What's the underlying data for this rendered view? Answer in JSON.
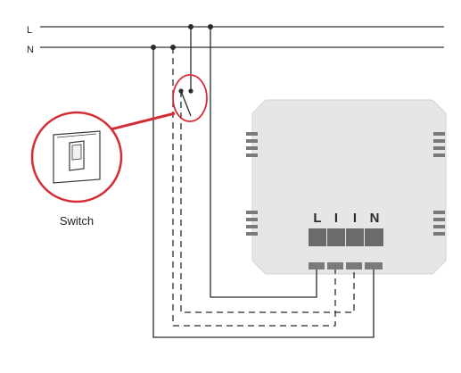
{
  "lines": {
    "live_label": "L",
    "neutral_label": "N"
  },
  "switch": {
    "label": "Switch"
  },
  "module": {
    "terminal_labels": [
      "L",
      "I",
      "I",
      "N"
    ]
  },
  "colors": {
    "highlight": "#d62b35",
    "wire": "#2b2b2b",
    "module_body": "#e4e4e4",
    "module_edge": "#d0d0d0",
    "terminal": "#6b6b6b"
  }
}
